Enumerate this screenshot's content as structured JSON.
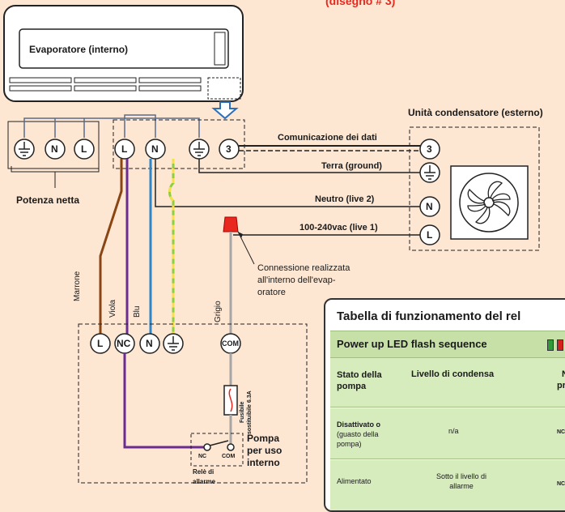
{
  "header_fragment": "(disegno # 3)",
  "evaporator_label": "Evaporatore (interno)",
  "condenser_label": "Unità condensatore (esterno)",
  "power_label": "Potenza netta",
  "terminals_top_left": [
    "N",
    "L"
  ],
  "terminals_top_mid": [
    "L",
    "N",
    "3"
  ],
  "terminals_right": [
    "3",
    "N",
    "L"
  ],
  "wires": {
    "data_comm": "Comunicazione dei dati",
    "ground": "Terra (ground)",
    "neutral": "Neutro (live 2)",
    "live": "100-240vac (live 1)"
  },
  "connection_note": [
    "Connessione realizzata",
    "all'interno dell'evap-",
    "oratore"
  ],
  "wire_colors": {
    "marrone": "Marrone",
    "viola": "Viola",
    "blu": "Blu",
    "grigio": "Grigio"
  },
  "pump_terminals": [
    "L",
    "NC",
    "N",
    "COM"
  ],
  "fuse_label": [
    "Fusibile",
    "sostituibile 6.3A"
  ],
  "pump_label": [
    "Pompa",
    "per uso",
    "interno"
  ],
  "relay_contacts": [
    "NC",
    "COM"
  ],
  "relay_label": [
    "Relè di",
    "allarme"
  ],
  "table": {
    "title": "Tabella di funzionamento del rel",
    "header_row": "Power up LED flash sequence",
    "col_headers": [
      "Stato della pompa",
      "Livello di condensa",
      "N",
      "pr"
    ],
    "rows": [
      {
        "stato_bold": "Disattivato o",
        "stato": "(guasto della pompa)",
        "livello": "n/a",
        "nc": "NC"
      },
      {
        "stato": "Alimentato",
        "livello": "Sotto il livello di allarme",
        "nc": "NC"
      }
    ]
  },
  "colors": {
    "background": "#fde7d3",
    "brown_wire": "#8b4513",
    "purple_wire": "#6a2c91",
    "blue_wire": "#2e86c8",
    "ground_wire": "#8fcf3f",
    "gray_wire": "#a6a6a6",
    "table_header": "#c6e0a8",
    "table_row": "#d6ecbd"
  }
}
